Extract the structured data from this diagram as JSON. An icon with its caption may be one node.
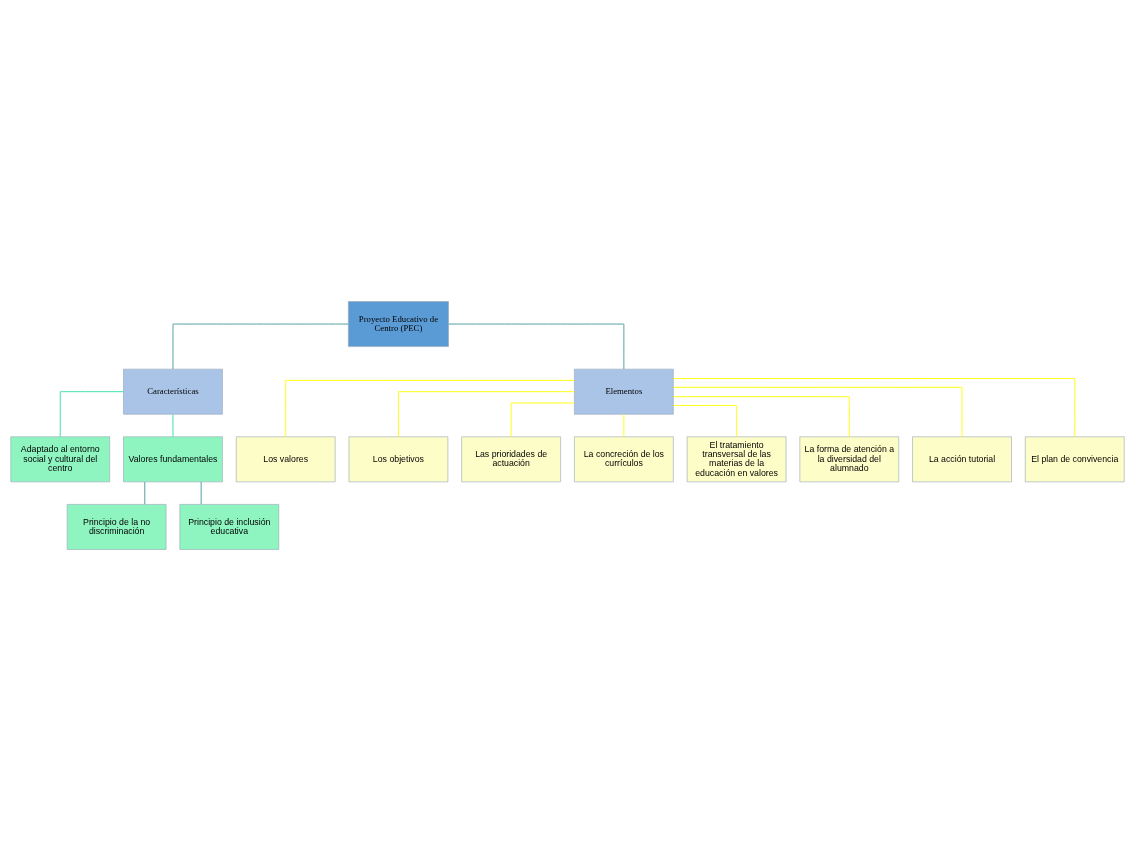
{
  "diagram": {
    "nodes": [
      {
        "text": [
          "Proyecto Educativo de Centro (PEC)"
        ]
      },
      {
        "text": [
          "Características"
        ]
      },
      {
        "text": [
          "Elementos"
        ]
      },
      {
        "text": [
          "Adaptado al entorno social y cultural del centro"
        ]
      },
      {
        "text": [
          "Valores fundamentales"
        ]
      },
      {
        "text": [
          "Principio de la no discriminación"
        ]
      },
      {
        "text": [
          "Principio de inclusión educativa"
        ]
      },
      {
        "text": [
          "Los valores"
        ]
      },
      {
        "text": [
          "Los objetivos"
        ]
      },
      {
        "text": [
          "Las prioridades de actuación"
        ]
      },
      {
        "text": [
          "La concreción de los currículos"
        ]
      },
      {
        "text": [
          "El tratamiento transversal de las materias de la educación en valores"
        ]
      },
      {
        "text": [
          "La forma de atención a la diversidad del alumnado"
        ]
      },
      {
        "text": [
          "La acción tutorial"
        ]
      },
      {
        "text": [
          "El plan de convivencia"
        ]
      }
    ],
    "edges": [
      {
        "from": 0,
        "to": 1,
        "arrow": "none",
        "color": "#4a9a9a"
      },
      {
        "from": 0,
        "to": 2,
        "arrow": "none",
        "color": "#4a9a9a"
      },
      {
        "from": 1,
        "to": 3,
        "arrow": "none",
        "color": "#33e0a0"
      },
      {
        "from": 1,
        "to": 4,
        "arrow": "none",
        "color": "#33e0a0"
      },
      {
        "from": 4,
        "to": 5,
        "arrow": "none",
        "color": "#4a9a9a"
      },
      {
        "from": 4,
        "to": 6,
        "arrow": "none",
        "color": "#4a9a9a"
      },
      {
        "from": 2,
        "to": 7,
        "arrow": "none"
      },
      {
        "from": 2,
        "to": 8,
        "arrow": "none"
      },
      {
        "from": 2,
        "to": 9,
        "arrow": "none"
      },
      {
        "from": 2,
        "to": 10,
        "arrow": "none"
      },
      {
        "from": 2,
        "to": 11,
        "arrow": "none"
      },
      {
        "from": 2,
        "to": 12,
        "arrow": "none"
      },
      {
        "from": 2,
        "to": 13,
        "arrow": "none"
      },
      {
        "from": 2,
        "to": 14,
        "arrow": "none"
      }
    ]
  }
}
